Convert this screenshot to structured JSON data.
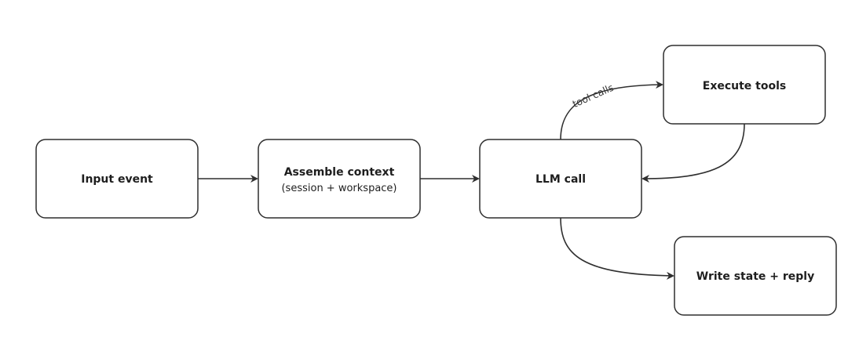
{
  "nodes": {
    "input_event": {
      "title": "Input event"
    },
    "assemble_context": {
      "title": "Assemble context",
      "subtitle": "(session + workspace)"
    },
    "llm_call": {
      "title": "LLM call"
    },
    "execute_tools": {
      "title": "Execute tools"
    },
    "write_state_reply": {
      "title": "Write state + reply"
    }
  },
  "edges": {
    "tool_calls_label": "tool calls"
  },
  "colors": {
    "stroke": "#2f2f2f",
    "background": "#ffffff",
    "text": "#1e1e1e"
  }
}
